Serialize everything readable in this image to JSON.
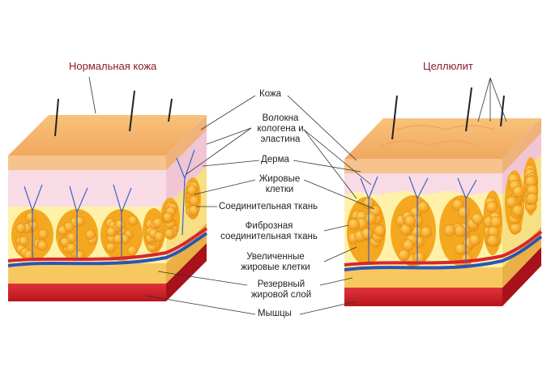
{
  "titles": {
    "normal": "Нормальная кожа",
    "cellulite": "Целлюлит"
  },
  "labels": {
    "skin": "Кожа",
    "fibers_line1": "Волокна",
    "fibers_line2": "кологена и",
    "fibers_line3": "эластина",
    "dermis": "Дерма",
    "fat_cells_line1": "Жировые",
    "fat_cells_line2": "клетки",
    "connective": "Соединительная ткань",
    "fibrous_line1": "Фиброзная",
    "fibrous_line2": "соединительная ткань",
    "enlarged_line1": "Увеличенные",
    "enlarged_line2": "жировые клетки",
    "reserve_line1": "Резервный",
    "reserve_line2": "жировой слой",
    "muscles": "Мышцы"
  },
  "colors": {
    "title": "#8a1c2b",
    "epidermis_top": "#f6b66a",
    "epidermis_side": "#f3c08a",
    "dermis": "#f9d9e3",
    "fat": "#f5a21a",
    "fat_bg": "#fff3b0",
    "reserve": "#f7c65a",
    "muscle": "#d3202a",
    "artery": "#d8262e",
    "vein": "#2a55b8",
    "nerve": "#3a62c9",
    "hair": "#222222"
  }
}
